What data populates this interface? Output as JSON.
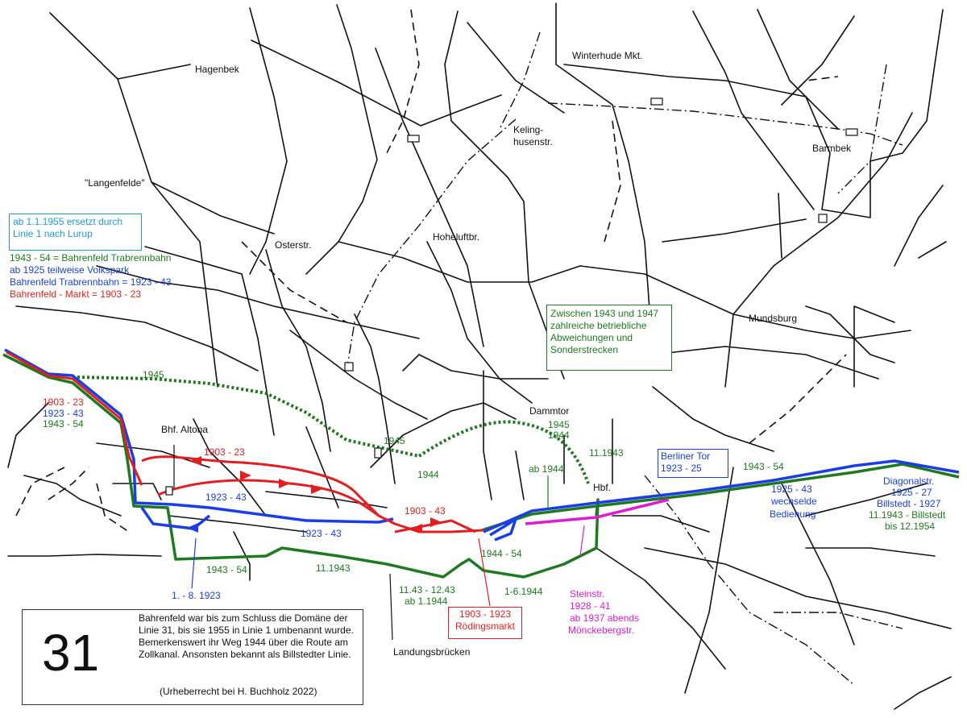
{
  "colors": {
    "red": "#e41e1e",
    "blue": "#1a3ee6",
    "green": "#1e7a1e",
    "magenta": "#e01ad0",
    "cyan": "#1e9ad6",
    "black": "#111111"
  },
  "places": {
    "hagenbek": "Hagenbek",
    "winterhude": "Winterhude Mkt.",
    "keling_1": "Keling-",
    "keling_2": "husenstr.",
    "barmbek": "Barmbek",
    "langenfelde": "\"Langenfelde\"",
    "osterstr": "Osterstr.",
    "hoheluftbr": "Hoheluftbr.",
    "mundsburg": "Mundsburg",
    "dammtor": "Dammtor",
    "bhf_altona": "Bhf. Altona",
    "hbf": "Hbf.",
    "landungsbruecken": "Landungsbrücken"
  },
  "notes": {
    "lurup_1": "ab 1.1.1955 ersetzt durch",
    "lurup_2": "Linie 1 nach Lurup",
    "legend_green": "1943 - 54 = Bahrenfeld Trabrennbahn",
    "legend_blue_1": "ab 1925 teilweise Volkspark",
    "legend_blue_2": "Bahrenfeld Trabrennbahn = 1923 - 43",
    "legend_red": "Bahrenfeld - Markt = 1903 - 23",
    "zwischen_1": "Zwischen 1943 und 1947",
    "zwischen_2": "zahlreiche betriebliche",
    "zwischen_3": "Abweichungen und",
    "zwischen_4": "Sonderstrecken"
  },
  "route_labels": {
    "y1945_west": "1945",
    "w_red": "1903 - 23",
    "w_blue": "1923 - 43",
    "w_green": "1943 - 54",
    "dammtor_1945": "1945",
    "dammtor_1944": "1944",
    "mid_1945": "1945",
    "mid_1944": "1944",
    "r1903_top": "1903 - 23",
    "b1923_top": "1923 - 43",
    "r1903_mid": "1903 - 43",
    "b1923_mid": "1923 - 43",
    "b1923_bottom": "1. - 8. 1923",
    "g1943_bottom": "1943 - 54",
    "g11_1943": "11.1943",
    "g1143_1": "11.43 - 12.43",
    "g1143_2": "ab 1.1944",
    "g1944_54": "1944 - 54",
    "g1_6_1944": "1-6.1944",
    "ab_1944": "ab 1944",
    "g11_1943_hbf": "11.1943",
    "berliner_1": "Berliner Tor",
    "berliner_2": "1923 - 25",
    "g1943_54_east": "1943 - 54",
    "wechsel_1": "1925 - 43",
    "wechsel_2": "wechselde",
    "wechsel_3": "Bedienung",
    "diag_1": "Diagonalstr.",
    "diag_2": "1925 - 27",
    "diag_3": "Billstedt - 1927",
    "diag_4": "11.1943 - Billstedt",
    "diag_5": "bis 12.1954",
    "steinstr_1": "Steinstr.",
    "steinstr_2": "1928 - 41",
    "steinstr_3": "ab 1937 abends",
    "steinstr_4": "Mönckebergstr.",
    "roed_1": "1903 - 1923",
    "roed_2": "Rödingsmarkt"
  },
  "infobox": {
    "number": "31",
    "text": "Bahrenfeld war bis zum Schluss die Domäne der Linie 31, bis sie 1955 in Linie 1 umbenannt wurde. Bemerkenswert ihr Weg 1944 über die Route am Zollkanal. Ansonsten bekannt als Billstedter Linie.",
    "copyright": "(Urheberrecht bei H. Buchholz 2022)"
  }
}
